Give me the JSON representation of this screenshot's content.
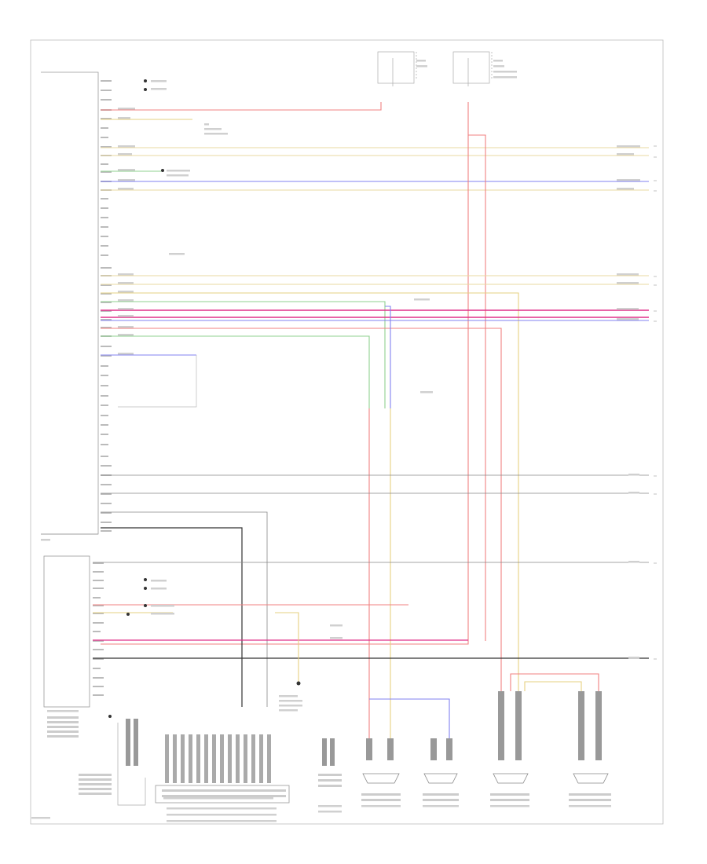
{
  "diagram": {
    "colors": {
      "red": "#f08080",
      "pink": "#e0308a",
      "yellow": "#e6d080",
      "cream": "#ead9a0",
      "green": "#8fd08f",
      "blue": "#8080f0",
      "gray": "#7a7a7a",
      "dark": "#333333",
      "light": "#bbbbbb"
    },
    "components": [
      {
        "id": "head-unit"
      },
      {
        "id": "amplifier"
      },
      {
        "id": "digital-sound-processor-module"
      },
      {
        "id": "rear-sound-module"
      },
      {
        "id": "antenna-module"
      },
      {
        "id": "right-rear-woofer"
      },
      {
        "id": "right-rear-tweeter"
      },
      {
        "id": "right-front-tweeter"
      },
      {
        "id": "right-front-woofer"
      },
      {
        "id": "fuse-relay-block-1"
      },
      {
        "id": "fuse-relay-block-2"
      }
    ],
    "connectors_right_edge": [
      "A",
      "B",
      "C",
      "D",
      "E",
      "F",
      "G",
      "H"
    ]
  }
}
